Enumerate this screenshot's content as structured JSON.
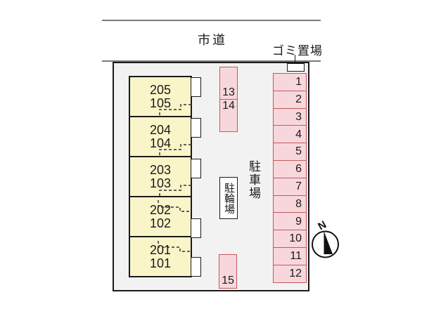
{
  "road": {
    "label": "市道"
  },
  "garbage": {
    "label": "ゴミ置場"
  },
  "building": {
    "units": [
      {
        "upper": "205",
        "lower": "105"
      },
      {
        "upper": "204",
        "lower": "104"
      },
      {
        "upper": "203",
        "lower": "103"
      },
      {
        "upper": "202",
        "lower": "102"
      },
      {
        "upper": "201",
        "lower": "101"
      }
    ]
  },
  "parking": {
    "area_label": "駐車場",
    "right_spaces": [
      "1",
      "2",
      "3",
      "4",
      "5",
      "6",
      "7",
      "8",
      "9",
      "10",
      "11",
      "12"
    ],
    "top_spaces": [
      "13",
      "14"
    ],
    "bottom_space": "15"
  },
  "bicycle": {
    "label": "駐輪場"
  },
  "compass": {
    "north_label": "N"
  },
  "colors": {
    "site_fill": "#f2f2f3",
    "building_fill": "#faf5c9",
    "parking_fill": "#f8d7dc",
    "parking_border": "#c4585e",
    "road_line": "#7a7a7a",
    "ink": "#1a1a1a"
  }
}
